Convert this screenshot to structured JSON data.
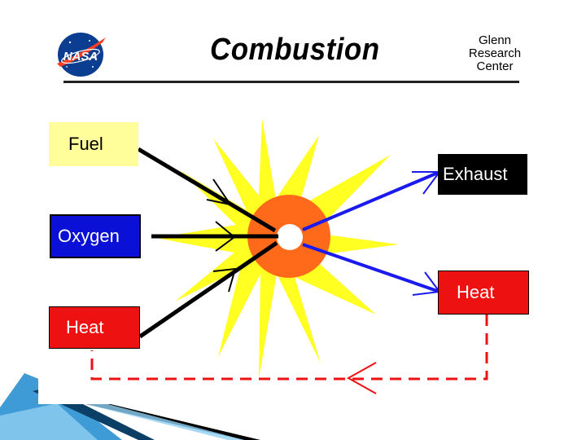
{
  "header": {
    "title": "Combustion",
    "org_lines": [
      "Glenn",
      "Research",
      "Center"
    ],
    "logo_text": "NASA"
  },
  "inputs": {
    "fuel": "Fuel",
    "oxygen": "Oxygen",
    "heat": "Heat"
  },
  "outputs": {
    "exhaust": "Exhaust",
    "heat": "Heat"
  },
  "colors": {
    "fuel": "#fffe9a",
    "oxygen": "#0b10d6",
    "heat": "#ee1111",
    "exhaust": "#000000",
    "flame_outer": "#ffff22",
    "flame_core": "#ff6a1a",
    "output_arrow": "#1a1aee",
    "feedback_line": "#ee1111",
    "input_arrow": "#000000"
  }
}
